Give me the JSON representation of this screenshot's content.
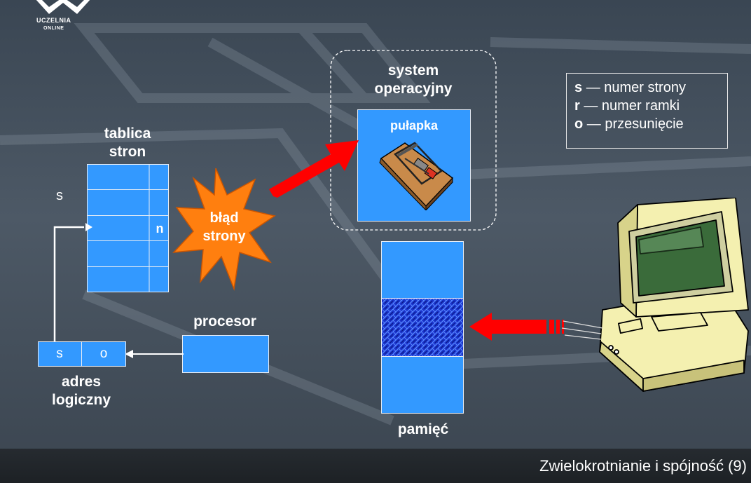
{
  "logo": {
    "line1": "UCZELNIA",
    "line2": "ONLINE"
  },
  "diagram": {
    "os_label": "system\noperacyjny",
    "trap_label": "pułapka",
    "table_title": "tablica\nstron",
    "table_row_label": "s",
    "table_invalid_bit": "n",
    "fault_label": "błąd\nstrony",
    "processor_label": "procesor",
    "address_s": "s",
    "address_o": "o",
    "address_label": "adres\nlogiczny",
    "memory_label": "pamięć"
  },
  "legend": {
    "items": [
      {
        "key": "s",
        "dash": "—",
        "desc": "numer strony"
      },
      {
        "key": "r",
        "dash": "—",
        "desc": "numer ramki"
      },
      {
        "key": "o",
        "dash": "—",
        "desc": "przesunięcie"
      }
    ]
  },
  "footer": {
    "title": "Zwielokrotnianie i spójność (9)"
  },
  "colors": {
    "box_blue": "#3399ff",
    "arrow_red": "#ff0000",
    "starburst": "#ff7700",
    "memory_pattern": "#1a33cc"
  }
}
